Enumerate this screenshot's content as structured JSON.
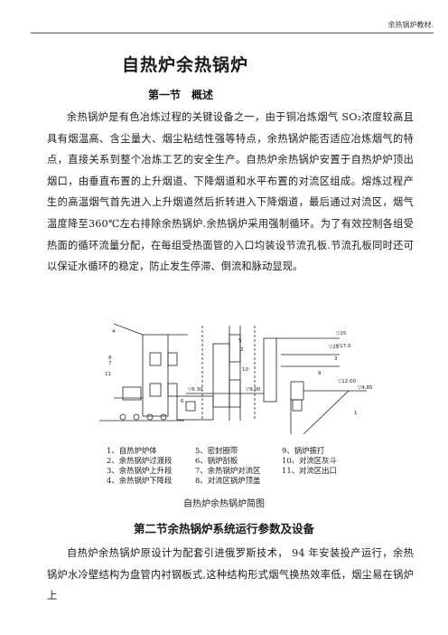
{
  "header": {
    "doc_title": "余热锅炉教材."
  },
  "title": "自热炉余热锅炉",
  "section1": {
    "heading": "第一节　概述",
    "paragraph": "余热锅炉是有色冶炼过程的关键设备之一，由于铜冶炼烟气 SO₂浓度较高且具有烟温高、含尘量大、烟尘粘结性强等特点，余热锅炉能否适应冶炼烟气的特点，直接关系到整个冶炼工艺的安全生产。自热炉余热锅炉安置于自热炉炉顶出烟口，由垂直布置的上升烟道、下降烟道和水平布置的对流区组成。熔炼过程产生的高温烟气首先进入上升烟道然后折转进入下降烟道，最后通过对流区，烟气温度降至360℃左右排除余热锅炉.余热锅炉采用强制循环。为了有效控制各组受热面的循环流量分配，在每组受热面管的入口均装设节流孔板.节流孔板同时还可以保证水循环的稳定，防止发生停滞、倒流和脉动显现。"
  },
  "figure": {
    "numbers": [
      "4",
      "8",
      "7",
      "11",
      "6",
      "5",
      "10",
      "2",
      "3",
      "1",
      "9"
    ],
    "elevations": [
      "▽25",
      "▽25",
      "▽17.0",
      "▽12.00",
      "▽6.30",
      "▽9.00",
      "▽4.85"
    ],
    "legend": [
      [
        "1、自热炉炉体",
        "5、密封圈带",
        "9、锅炉振打"
      ],
      [
        "2、余热锅炉过渡段",
        "6、锅炉刮板",
        "10、对流区灰斗"
      ],
      [
        "3、余热锅炉上升段",
        "7、余热锅炉对流区",
        "11、对流区出口"
      ],
      [
        "4、余热锅炉下降段",
        "8、对流区锅炉顶盖",
        ""
      ]
    ],
    "caption": "自热炉余热锅炉简图"
  },
  "section2": {
    "heading": "第二节余热锅炉系统运行参数及设备",
    "paragraph": "自热炉余热锅炉原设计为配套引进俄罗斯技术， 94 年安装投产运行，余热锅炉水冷壁结构为盘管内衬钢板式,这种结构形式烟气换热效率低，烟尘易在锅炉上"
  }
}
